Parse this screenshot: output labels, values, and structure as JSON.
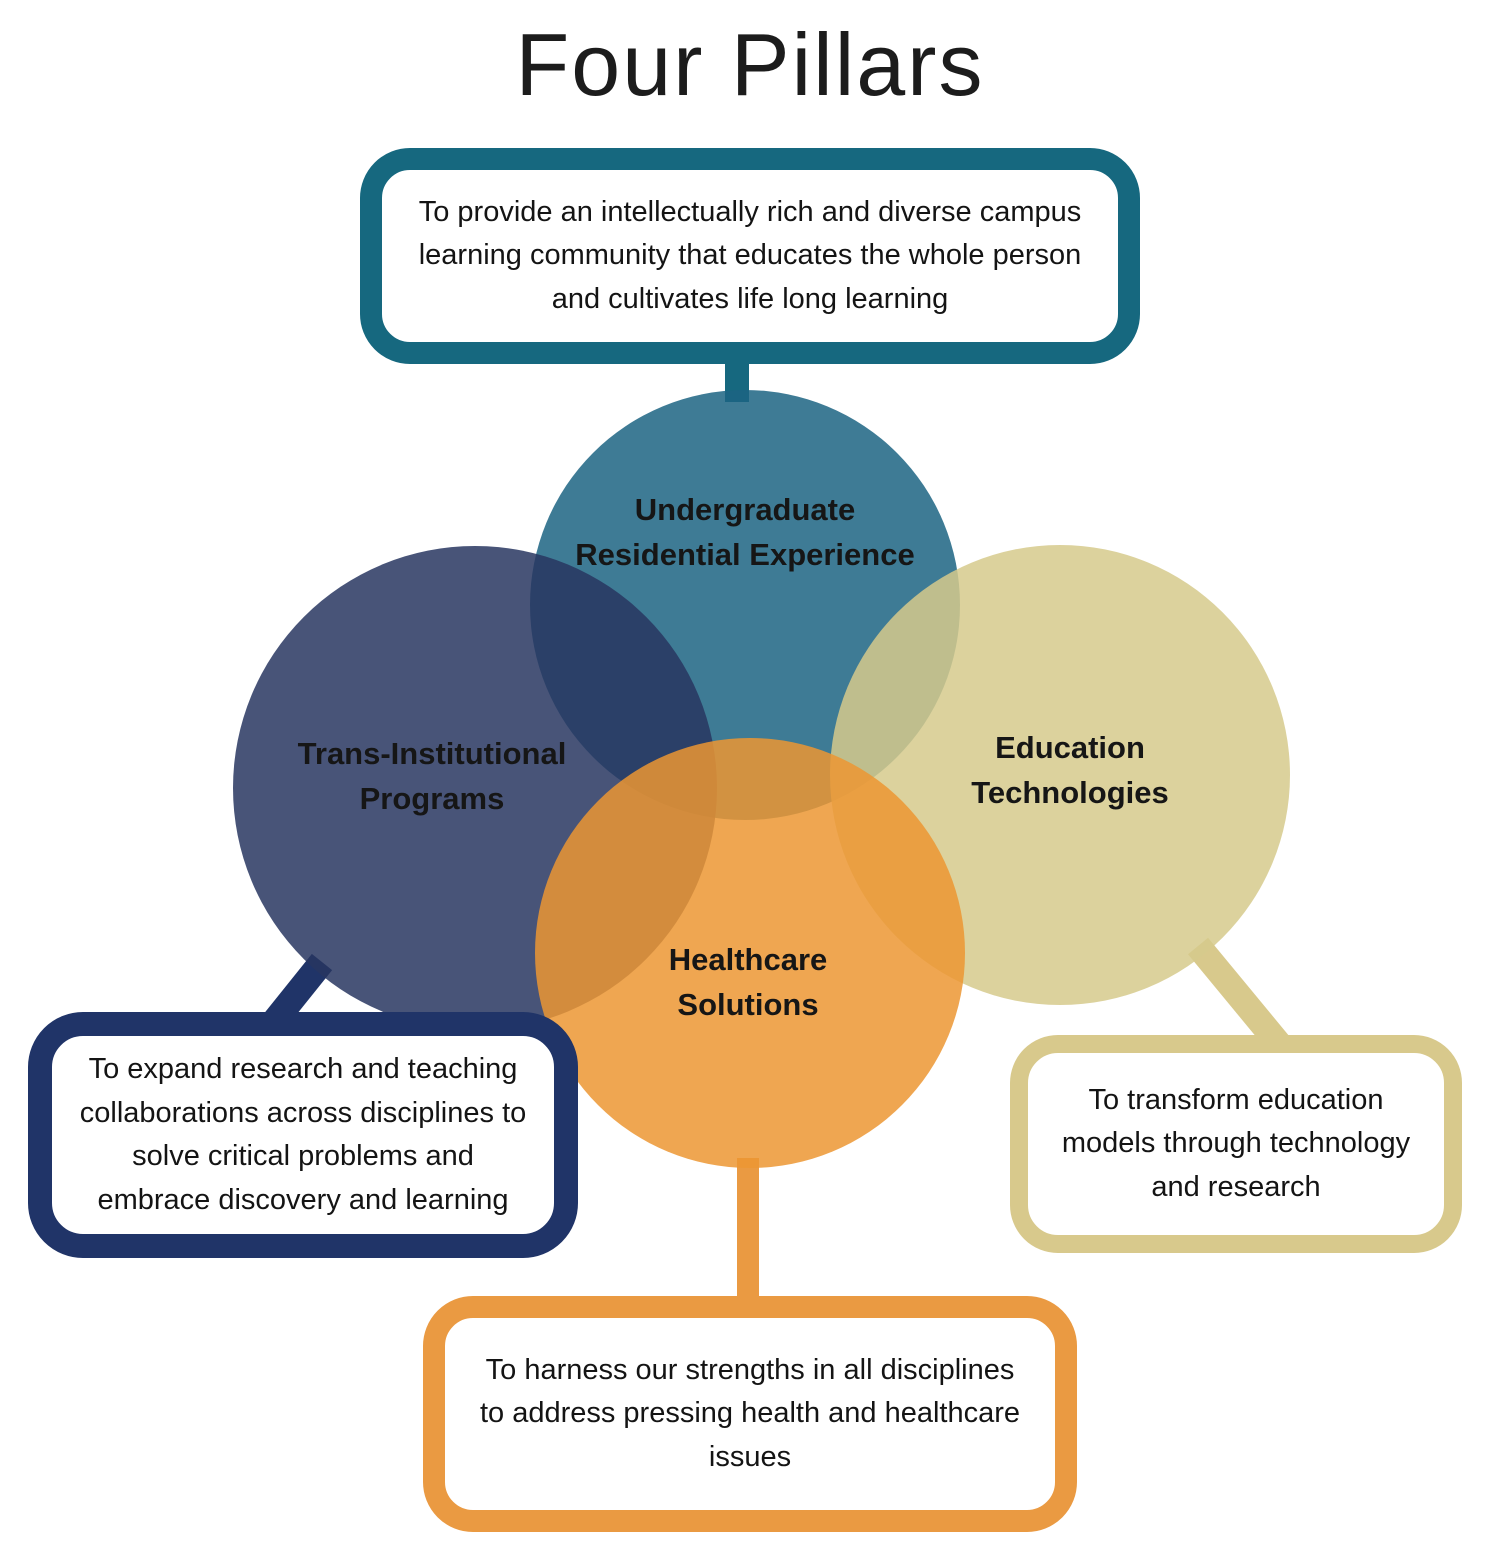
{
  "title": "Four Pillars",
  "pillars": [
    {
      "id": "undergraduate-residential-experience",
      "label": "Undergraduate Residential Experience",
      "description": "To provide an intellectually rich and diverse campus learning community that educates the whole person and cultivates life long learning",
      "circle_color": "#3e7b95",
      "accent_color": "#16687f"
    },
    {
      "id": "trans-institutional-programs",
      "label": "Trans-Institutional Programs",
      "description": "To expand research and teaching collaborations across disciplines to solve critical problems and embrace discovery and learning",
      "circle_color": "#49537a",
      "accent_color": "#203468"
    },
    {
      "id": "education-technologies",
      "label": "Education Technologies",
      "description": "To transform education models through technology and research",
      "circle_color": "#ddd5a4",
      "accent_color": "#d8c98c"
    },
    {
      "id": "healthcare-solutions",
      "label": "Healthcare Solutions",
      "description": "To harness our strengths in all disciplines to address pressing health and healthcare issues",
      "circle_color": "#efa44f",
      "accent_color": "#ea9a42"
    }
  ]
}
